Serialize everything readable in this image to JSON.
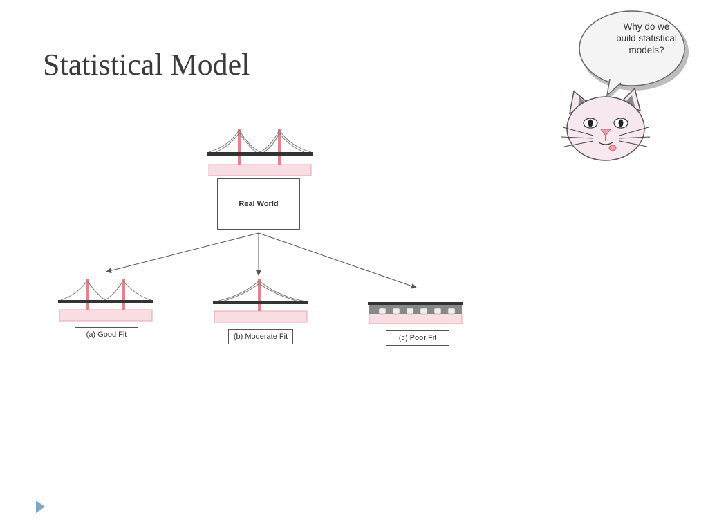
{
  "slide": {
    "title": "Statistical Model"
  },
  "diagram": {
    "root_label": "Real World",
    "fits": [
      {
        "label": "(a) Good Fit"
      },
      {
        "label": "(b) Moderate Fit"
      },
      {
        "label": "(c) Poor Fit"
      }
    ]
  },
  "cartoon": {
    "speech_lines": [
      "Why do we",
      "build statistical",
      "models?"
    ]
  },
  "colors": {
    "accent": "#7ea6c9",
    "tower": "#e8808e",
    "water": "#f8dde2",
    "deck": "#333333",
    "rule": "#9fb3c8"
  },
  "icons": [
    "bullet-triangle-icon",
    "cat-icon",
    "speech-bubble-icon",
    "bridge-icon"
  ]
}
